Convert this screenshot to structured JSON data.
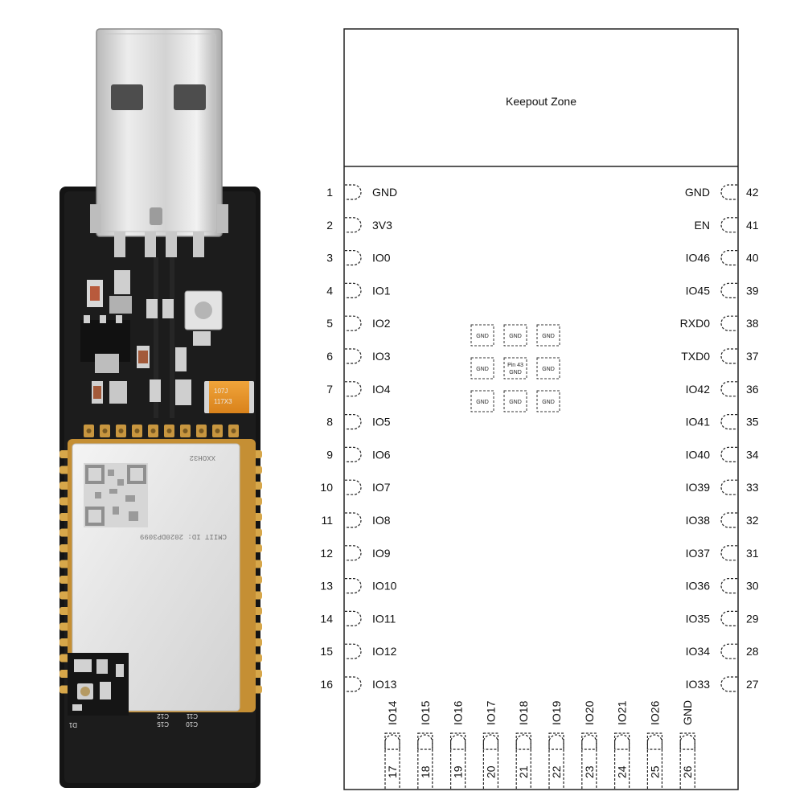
{
  "photo": {
    "module_label": "XXOH32",
    "module_id": "CMIIT ID: 2020DP3099",
    "capacitor_line1": "107J",
    "capacitor_line2": "117X3",
    "silk_c11": "C11",
    "silk_c12": "C12",
    "silk_c15": "C15",
    "silk_c10": "C10",
    "silk_d1": "D1"
  },
  "diagram": {
    "keepout_label": "Keepout Zone",
    "left_pins": [
      {
        "num": "1",
        "name": "GND"
      },
      {
        "num": "2",
        "name": "3V3"
      },
      {
        "num": "3",
        "name": "IO0"
      },
      {
        "num": "4",
        "name": "IO1"
      },
      {
        "num": "5",
        "name": "IO2"
      },
      {
        "num": "6",
        "name": "IO3"
      },
      {
        "num": "7",
        "name": "IO4"
      },
      {
        "num": "8",
        "name": "IO5"
      },
      {
        "num": "9",
        "name": "IO6"
      },
      {
        "num": "10",
        "name": "IO7"
      },
      {
        "num": "11",
        "name": "IO8"
      },
      {
        "num": "12",
        "name": "IO9"
      },
      {
        "num": "13",
        "name": "IO10"
      },
      {
        "num": "14",
        "name": "IO11"
      },
      {
        "num": "15",
        "name": "IO12"
      },
      {
        "num": "16",
        "name": "IO13"
      }
    ],
    "right_pins": [
      {
        "num": "42",
        "name": "GND"
      },
      {
        "num": "41",
        "name": "EN"
      },
      {
        "num": "40",
        "name": "IO46"
      },
      {
        "num": "39",
        "name": "IO45"
      },
      {
        "num": "38",
        "name": "RXD0"
      },
      {
        "num": "37",
        "name": "TXD0"
      },
      {
        "num": "36",
        "name": "IO42"
      },
      {
        "num": "35",
        "name": "IO41"
      },
      {
        "num": "34",
        "name": "IO40"
      },
      {
        "num": "33",
        "name": "IO39"
      },
      {
        "num": "32",
        "name": "IO38"
      },
      {
        "num": "31",
        "name": "IO37"
      },
      {
        "num": "30",
        "name": "IO36"
      },
      {
        "num": "29",
        "name": "IO35"
      },
      {
        "num": "28",
        "name": "IO34"
      },
      {
        "num": "27",
        "name": "IO33"
      }
    ],
    "bottom_pins": [
      {
        "num": "17",
        "name": "IO14"
      },
      {
        "num": "18",
        "name": "IO15"
      },
      {
        "num": "19",
        "name": "IO16"
      },
      {
        "num": "20",
        "name": "IO17"
      },
      {
        "num": "21",
        "name": "IO18"
      },
      {
        "num": "22",
        "name": "IO19"
      },
      {
        "num": "23",
        "name": "IO20"
      },
      {
        "num": "24",
        "name": "IO21"
      },
      {
        "num": "25",
        "name": "IO26"
      },
      {
        "num": "26",
        "name": "GND"
      }
    ],
    "center_pads": [
      "GND",
      "GND",
      "GND",
      "GND",
      "Pin 43 GND",
      "GND",
      "GND",
      "GND",
      "GND"
    ]
  }
}
